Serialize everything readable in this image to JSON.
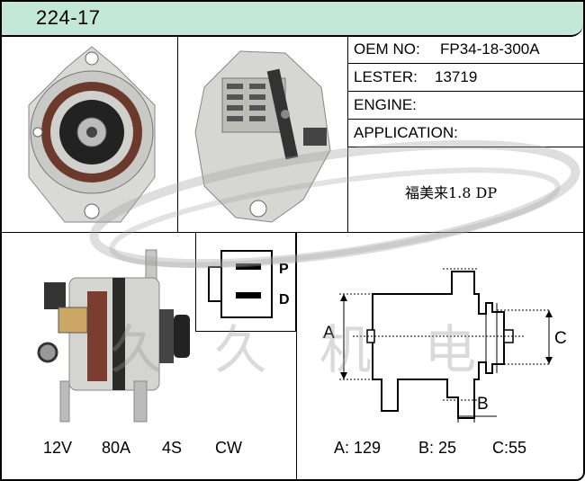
{
  "header": {
    "code": "224-17"
  },
  "info": {
    "oem_label": "OEM NO:",
    "oem_value": "FP34-18-300A",
    "lester_label": "LESTER:",
    "lester_value": "13719",
    "engine_label": "ENGINE:",
    "engine_value": "",
    "application_label": "APPLICATION:",
    "application_value": "福美来1.8 DP"
  },
  "connector": {
    "p_label": "P",
    "d_label": "D"
  },
  "specs": {
    "voltage": "12V",
    "amperage": "80A",
    "pulley": "4S",
    "rotation": "CW"
  },
  "dimensions": {
    "a": "A: 129",
    "b": "B: 25",
    "c": "C:55",
    "a_letter": "A",
    "b_letter": "B",
    "c_letter": "C"
  },
  "watermark": {
    "text": "久 久 机 电"
  }
}
